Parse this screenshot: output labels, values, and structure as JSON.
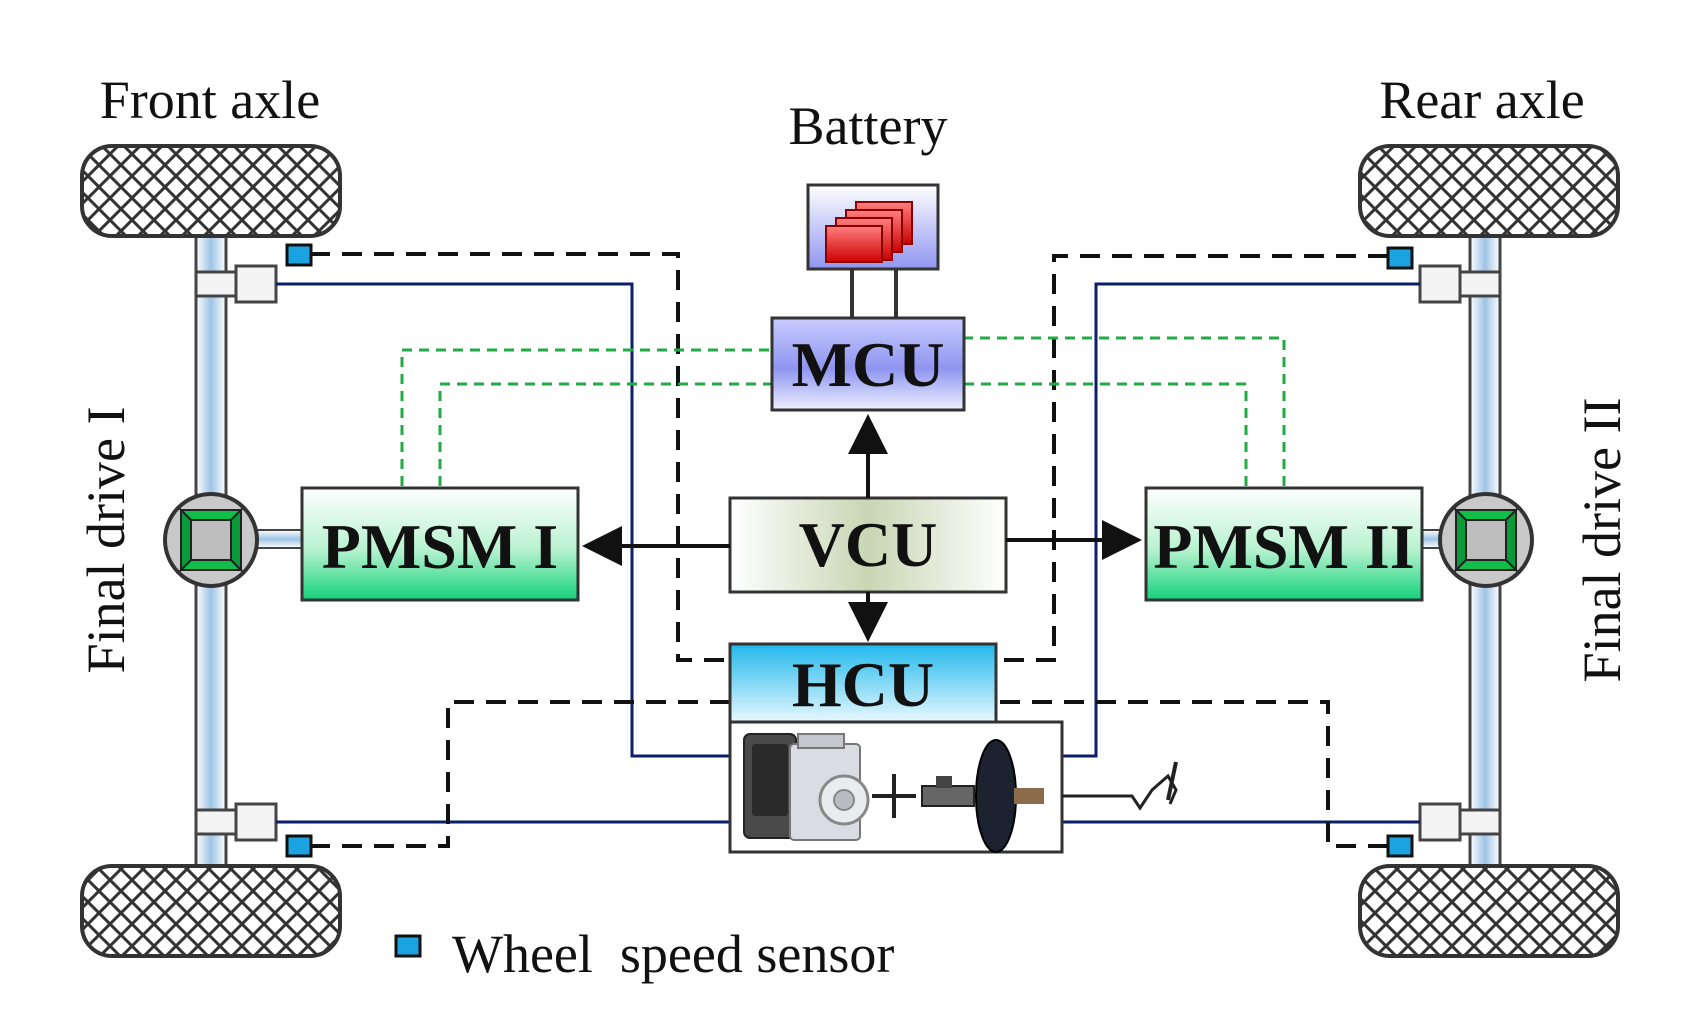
{
  "labels": {
    "front_axle": "Front axle",
    "rear_axle": "Rear axle",
    "battery": "Battery",
    "final_drive_1": "Final drive  I",
    "final_drive_2": "Final drive  II"
  },
  "blocks": {
    "mcu": "MCU",
    "vcu": "VCU",
    "hcu": "HCU",
    "pmsm_1": "PMSM  I",
    "pmsm_2": "PMSM  II"
  },
  "legend": {
    "wheel_speed_sensor": "Wheel  speed sensor"
  },
  "colors": {
    "sensor": "#1aa3e0",
    "communication_line": "#22aa44",
    "control_line": "#111111",
    "hydraulic_line": "#0b1f6b"
  }
}
